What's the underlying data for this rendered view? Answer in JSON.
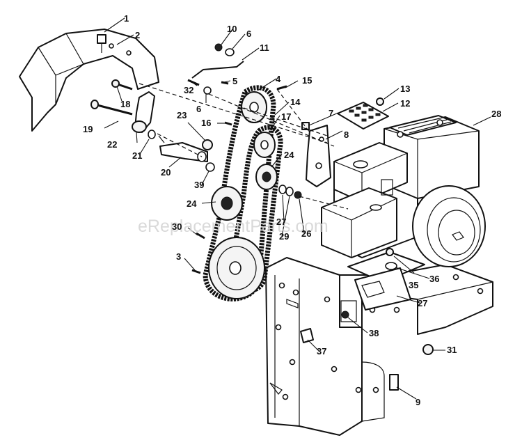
{
  "watermark": "eReplacementParts.com",
  "callouts": {
    "c1": "1",
    "c2": "2",
    "c3": "3",
    "c4": "4",
    "c5": "5",
    "c6a": "6",
    "c6b": "6",
    "c7": "7",
    "c8": "8",
    "c9": "9",
    "c10": "10",
    "c11": "11",
    "c12": "12",
    "c13": "13",
    "c14": "14",
    "c15": "15",
    "c16": "16",
    "c17": "17",
    "c18": "18",
    "c19": "19",
    "c20": "20",
    "c21": "21",
    "c22": "22",
    "c23": "23",
    "c24a": "24",
    "c24b": "24",
    "c26": "26",
    "c27a": "27",
    "c27b": "27",
    "c28": "28",
    "c29": "29",
    "c30": "30",
    "c31": "31",
    "c32": "32",
    "c35": "35",
    "c36": "36",
    "c37": "37",
    "c38": "38",
    "c39": "39"
  }
}
